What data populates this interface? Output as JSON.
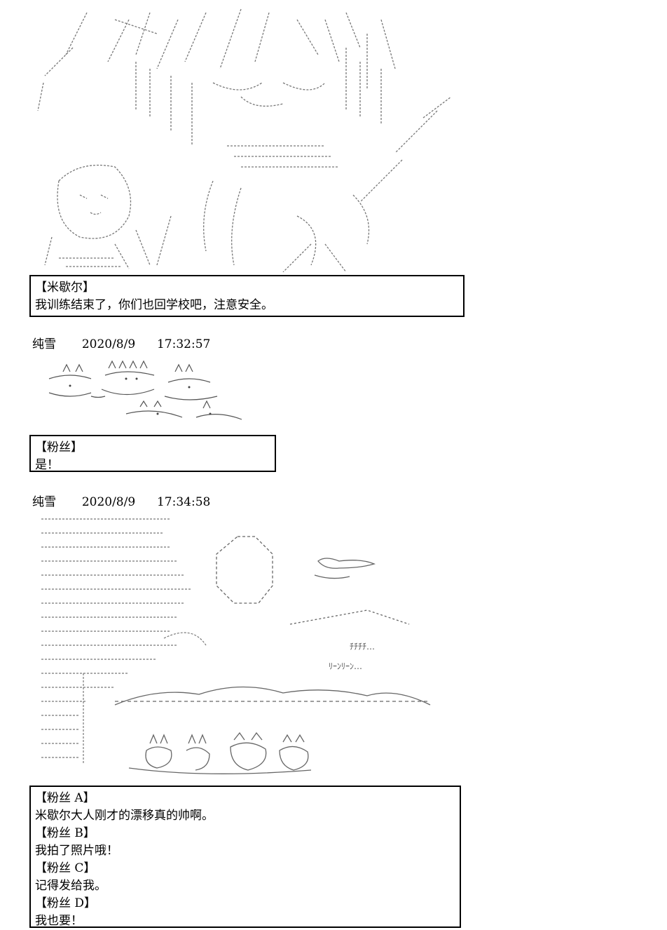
{
  "post1": {
    "speaker": "【米歇尔】",
    "text": "我训练结束了，你们也回学校吧，注意安全。"
  },
  "meta1": {
    "author": "纯雪",
    "date": "2020/8/9",
    "time": "17:32:57"
  },
  "post2": {
    "speaker": "【粉丝】",
    "text": "是！"
  },
  "meta2": {
    "author": "纯雪",
    "date": "2020/8/9",
    "time": "17:34:58"
  },
  "art3_text": {
    "sfx1": "ﾁﾁﾁﾁ…",
    "sfx2": "ﾘｰﾝﾘｰﾝ…"
  },
  "post3": {
    "lines": [
      "【粉丝 A】",
      "米歇尔大人刚才的漂移真的帅啊。",
      "【粉丝 B】",
      "我拍了照片哦！",
      "【粉丝 C】",
      "记得发给我。",
      "【粉丝 D】",
      "我也要！"
    ]
  }
}
